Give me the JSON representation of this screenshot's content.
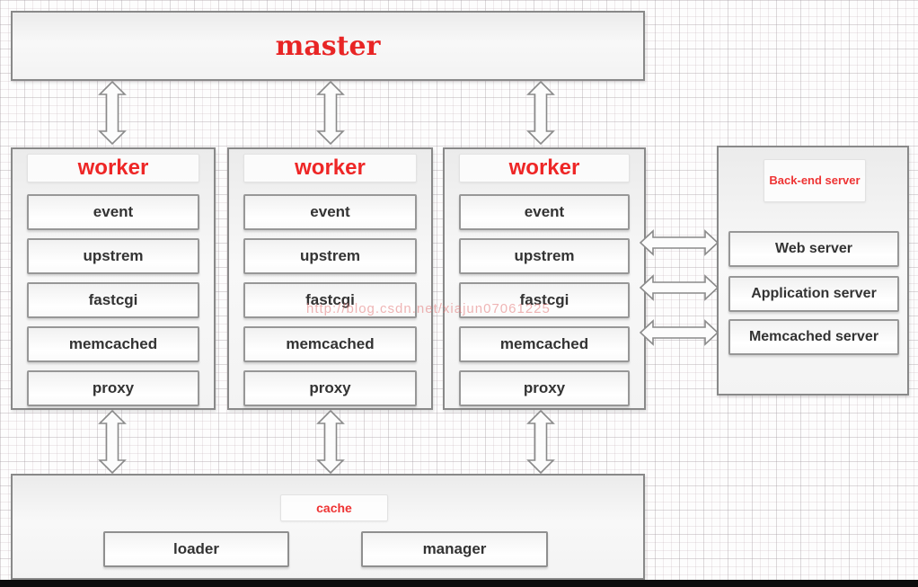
{
  "diagram": {
    "master_label": "master",
    "workers": [
      {
        "title": "worker",
        "modules": [
          "event",
          "upstrem",
          "fastcgi",
          "memcached",
          "proxy"
        ]
      },
      {
        "title": "worker",
        "modules": [
          "event",
          "upstrem",
          "fastcgi",
          "memcached",
          "proxy"
        ]
      },
      {
        "title": "worker",
        "modules": [
          "event",
          "upstrem",
          "fastcgi",
          "memcached",
          "proxy"
        ]
      }
    ],
    "backend": {
      "title": "Back-end server",
      "servers": [
        "Web server",
        "Application server",
        "Memcached server"
      ]
    },
    "cache": {
      "title": "cache",
      "modules": [
        "loader",
        "manager"
      ]
    },
    "watermark": "http://blog.csdn.net/xiajun07061225",
    "colors": {
      "accent_red": "#ee2626",
      "panel_border_gray": "#898989",
      "module_border_gray": "#979797",
      "label_dark": "#333333"
    }
  }
}
